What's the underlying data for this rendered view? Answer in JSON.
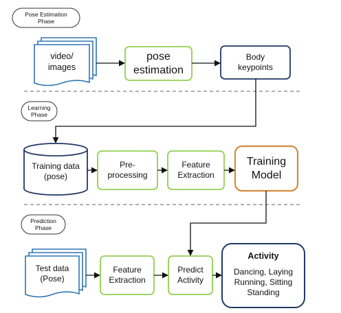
{
  "phases": {
    "pose_estimation": "Pose Estimation\nPhase",
    "learning": "Learning\nPhase",
    "prediction": "Prediction\nPhase"
  },
  "nodes": {
    "video_images": "video/\nimages",
    "pose_estimation": "pose\nestimation",
    "body_keypoints": "Body\nkeypoints",
    "training_data": "Training data\n(pose)",
    "preprocessing": "Pre-\nprocessing",
    "feature_extraction_learning": "Feature\nExtraction",
    "training_model": "Training\nModel",
    "test_data": "Test data\n(Pose)",
    "feature_extraction_prediction": "Feature\nExtraction",
    "predict_activity": "Predict\nActivity",
    "activity_title": "Activity",
    "activity_items": "Dancing, Laying\nRunning, Sitting\nStanding"
  },
  "colors": {
    "green_border": "#92d050",
    "navy_border": "#1f3864",
    "orange_border": "#d38b3c",
    "blue_doc": "#2e75b6",
    "dashed_line": "#7f7f7f"
  }
}
